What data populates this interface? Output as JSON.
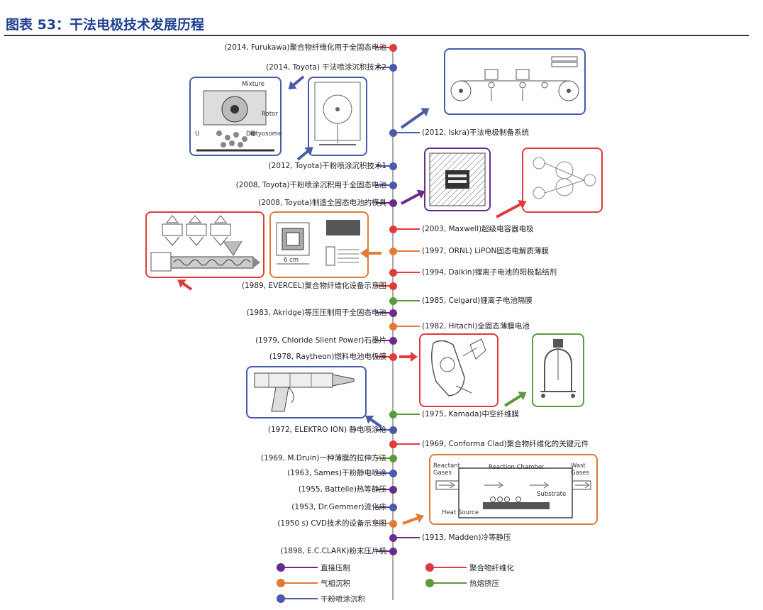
{
  "title": "图表 53：干法电极技术发展历程",
  "colors": {
    "red": "#e03a3a",
    "purple": "#6a2c8c",
    "orange": "#e07b39",
    "blue": "#4a5aa8",
    "green": "#5a9a3c",
    "title_blue": "#1f3f8f"
  },
  "events": [
    {
      "id": "e1",
      "side": "left",
      "color": "red",
      "label": "(2014, Furukawa)聚合物纤维化用于全固态电池"
    },
    {
      "id": "e2",
      "side": "left",
      "color": "blue",
      "label": "(2014, Toyota) 干法喷涂沉积技术2"
    },
    {
      "id": "e3",
      "side": "right",
      "color": "blue",
      "label": "(2012, Iskra)干法电极制备系统"
    },
    {
      "id": "e4",
      "side": "left",
      "color": "blue",
      "label": "(2012, Toyota)干粉喷涂沉积技术1"
    },
    {
      "id": "e5",
      "side": "left",
      "color": "blue",
      "label": "(2008, Toyota)干粉喷涂沉积用于全固态电池"
    },
    {
      "id": "e6",
      "side": "left",
      "color": "purple",
      "label": "(2008, Toyota)制造全固态电池的模具"
    },
    {
      "id": "e7",
      "side": "right",
      "color": "red",
      "label": "(2003, Maxwell)超级电容器电极"
    },
    {
      "id": "e8",
      "side": "right",
      "color": "orange",
      "label": "(1997, ORNL) LiPON固态电解质薄膜"
    },
    {
      "id": "e9",
      "side": "right",
      "color": "red",
      "label": "(1994, Daikin)锂离子电池的阳极黏结剂"
    },
    {
      "id": "e10",
      "side": "left",
      "color": "red",
      "label": "(1989, EVERCEL)聚合物纤维化设备示意图"
    },
    {
      "id": "e11",
      "side": "right",
      "color": "green",
      "label": "(1985, Celgard)锂离子电池隔膜"
    },
    {
      "id": "e12",
      "side": "left",
      "color": "purple",
      "label": "(1983, Akridge)等压压制用于全固态电池"
    },
    {
      "id": "e13",
      "side": "right",
      "color": "orange",
      "label": "(1982, Hitachi)全固态薄膜电池"
    },
    {
      "id": "e14",
      "side": "left",
      "color": "purple",
      "label": "(1979, Chloride Slient Power)石墨片"
    },
    {
      "id": "e15",
      "side": "left",
      "color": "red",
      "label": "(1978, Raytheon)燃料电池电极膜"
    },
    {
      "id": "e16",
      "side": "right",
      "color": "green",
      "label": "(1975, Kamada)中空纤维膜"
    },
    {
      "id": "e17",
      "side": "left",
      "color": "blue",
      "label": "(1972, ELEKTRO ION) 静电喷涂枪"
    },
    {
      "id": "e18",
      "side": "right",
      "color": "red",
      "label": "(1969, Conforma Clad)聚合物纤维化的关键元件"
    },
    {
      "id": "e19",
      "side": "left",
      "color": "green",
      "label": "(1969, M.Druin)一种薄膜的拉伸方法"
    },
    {
      "id": "e20",
      "side": "left",
      "color": "blue",
      "label": "(1963, Sames)干粉静电喷涂"
    },
    {
      "id": "e21",
      "side": "left",
      "color": "purple",
      "label": "(1955, Battelle)热等静压"
    },
    {
      "id": "e22",
      "side": "left",
      "color": "blue",
      "label": "(1953, Dr.Gemmer)流化床"
    },
    {
      "id": "e23",
      "side": "left",
      "color": "orange",
      "label": "(1950 s) CVD技术的设备示意图"
    },
    {
      "id": "e24",
      "side": "right",
      "color": "purple",
      "label": "(1913, Madden)冷等静压"
    },
    {
      "id": "e25",
      "side": "left",
      "color": "purple",
      "label": "(1898, E.C.CLARK)粉末压片机"
    }
  ],
  "legend": [
    {
      "color": "purple",
      "label": "直接压制"
    },
    {
      "color": "red",
      "label": "聚合物纤维化"
    },
    {
      "color": "orange",
      "label": "气相沉积"
    },
    {
      "color": "green",
      "label": "热熔挤压"
    },
    {
      "color": "blue",
      "label": "干粉喷涂沉积"
    }
  ],
  "figure_labels": {
    "mixture": "Mixture",
    "rotor": "Rotor",
    "dictyosome": "Dictyosome",
    "u": "U",
    "reactant_gases": "Reactant Gases",
    "reaction_chamber": "Reaction Chamber",
    "wast_gases": "Wast Gases",
    "substrate": "Substrate",
    "heat_source": "Heat Source",
    "scale": "6 cm"
  }
}
